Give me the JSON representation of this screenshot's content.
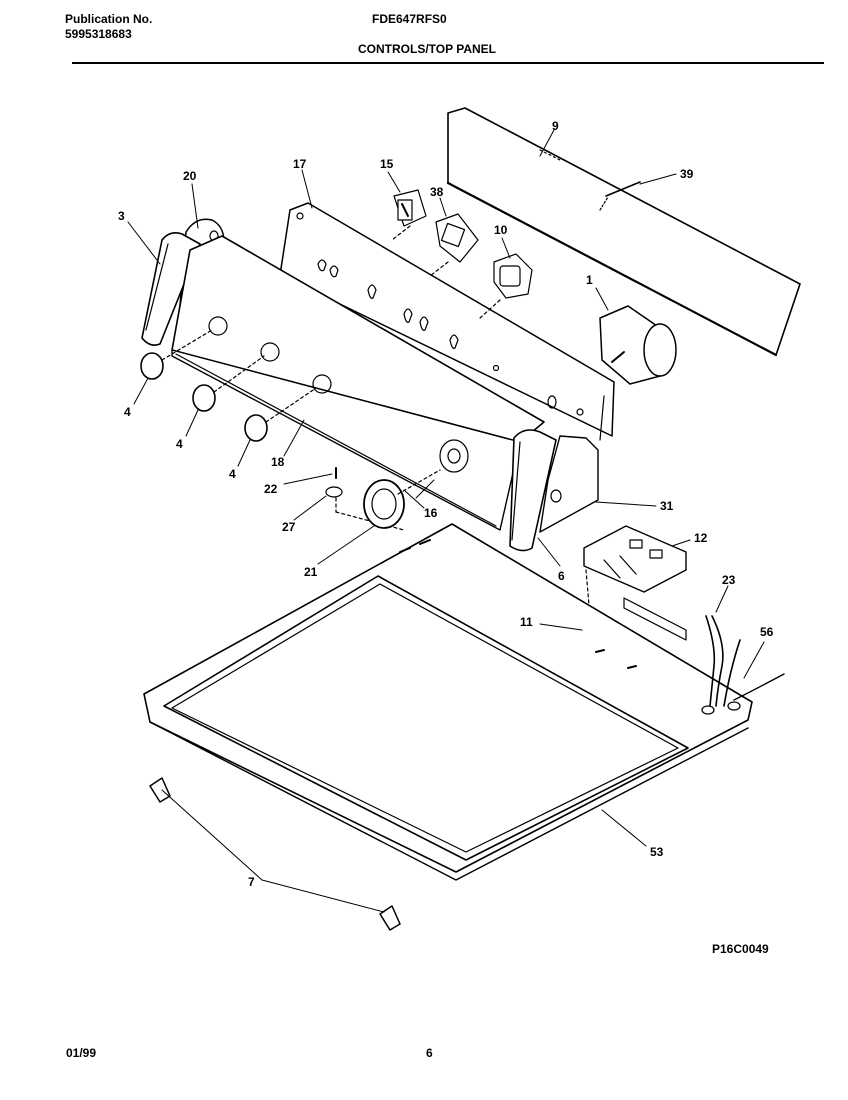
{
  "header": {
    "publication_label": "Publication No.",
    "publication_number": "5995318683",
    "model": "FDE647RFS0",
    "section": "CONTROLS/TOP PANEL"
  },
  "parts": {
    "p1": "1",
    "p3": "3",
    "p4a": "4",
    "p4b": "4",
    "p4c": "4",
    "p6": "6",
    "p7": "7",
    "p9": "9",
    "p10": "10",
    "p11": "11",
    "p12": "12",
    "p15": "15",
    "p16": "16",
    "p17": "17",
    "p18": "18",
    "p20": "20",
    "p21": "21",
    "p22": "22",
    "p23": "23",
    "p27": "27",
    "p31": "31",
    "p38": "38",
    "p39": "39",
    "p53": "53",
    "p56": "56"
  },
  "figure_code": "P16C0049",
  "footer": {
    "date": "01/99",
    "page": "6"
  }
}
